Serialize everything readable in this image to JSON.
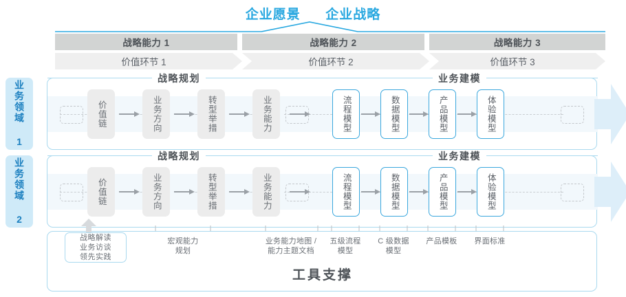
{
  "header": {
    "titles": [
      "企业愿景",
      "企业战略"
    ],
    "accent_color": "#29a8e0"
  },
  "capability_bars": {
    "capabilities": [
      "战略能力 1",
      "战略能力 2",
      "战略能力 3"
    ],
    "value_segments": [
      "价值环节 1",
      "价值环节 2",
      "价值环节 3"
    ],
    "capability_bar_color": "#d2d4d3",
    "value_bar_color": "#efefef"
  },
  "domains": [
    {
      "label": "业务领域 1"
    },
    {
      "label": "业务领域 2"
    }
  ],
  "sections": {
    "left_title": "战略规划",
    "right_title": "业务建模"
  },
  "process": {
    "left_boxes": [
      "价值链",
      "业务方向",
      "转型举措",
      "业务能力"
    ],
    "right_boxes": [
      "流程模型",
      "数据模型",
      "产品模型",
      "体验模型"
    ],
    "left_box_color": "#ececec",
    "right_box_border_color": "#3aa7dd"
  },
  "tools": {
    "title": "工具支撑",
    "callout_lines": [
      "战略解读",
      "业务访谈",
      "领先实践"
    ],
    "labels": [
      "宏观能力\n规划",
      "业务能力地图 /\n能力主题文档",
      "五级流程\n模型",
      "C 级数据\n模型",
      "产品模板",
      "界面标准"
    ]
  }
}
